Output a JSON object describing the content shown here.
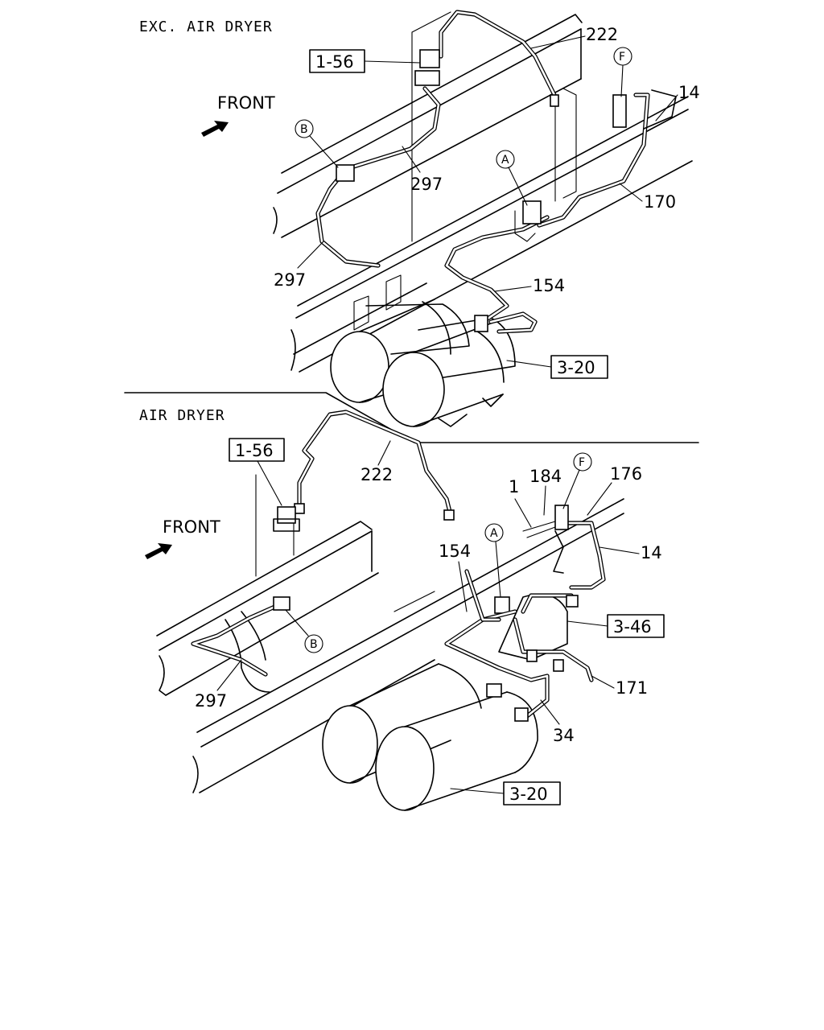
{
  "sections": {
    "top_title": "EXC. AIR DRYER",
    "bottom_title": "AIR DRYER"
  },
  "front_label": "FRONT",
  "top_labels": {
    "ref_1_56": "1-56",
    "p222": "222",
    "circle_F": "F",
    "p14": "14",
    "circle_B": "B",
    "p297_a": "297",
    "circle_A": "A",
    "p170": "170",
    "p297_b": "297",
    "p154": "154",
    "ref_3_20": "3-20"
  },
  "bottom_labels": {
    "ref_1_56": "1-56",
    "p222": "222",
    "circle_F": "F",
    "p1": "1",
    "p184": "184",
    "p176": "176",
    "p154": "154",
    "circle_A": "A",
    "p14": "14",
    "ref_3_46": "3-46",
    "circle_B": "B",
    "p171": "171",
    "p297": "297",
    "p34": "34",
    "ref_3_20": "3-20"
  }
}
